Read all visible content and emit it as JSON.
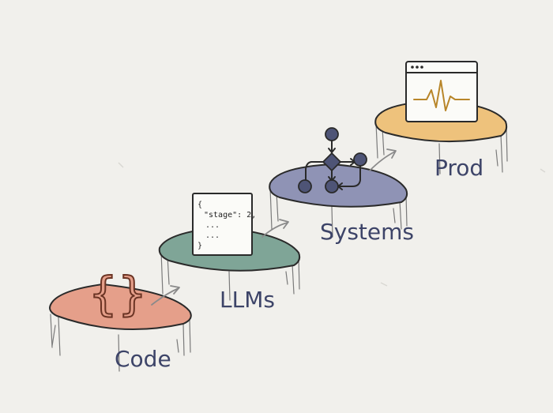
{
  "colors": {
    "background": "#f1f0ec",
    "step_code": "#e59f8a",
    "step_llms": "#7fa597",
    "step_systems": "#8f93b5",
    "step_prod": "#eec27c",
    "label": "#3d4468",
    "brace": "#8a4a36",
    "waveform": "#b8862a"
  },
  "steps": [
    {
      "label": "Code",
      "icon": "curly-braces-icon"
    },
    {
      "label": "LLMs",
      "icon": "json-document-icon"
    },
    {
      "label": "Systems",
      "icon": "flowchart-icon"
    },
    {
      "label": "Prod",
      "icon": "browser-waveform-icon"
    }
  ],
  "json_card": {
    "lines": [
      "{",
      "\"stage\": 2,",
      "...",
      "...",
      "}"
    ]
  }
}
